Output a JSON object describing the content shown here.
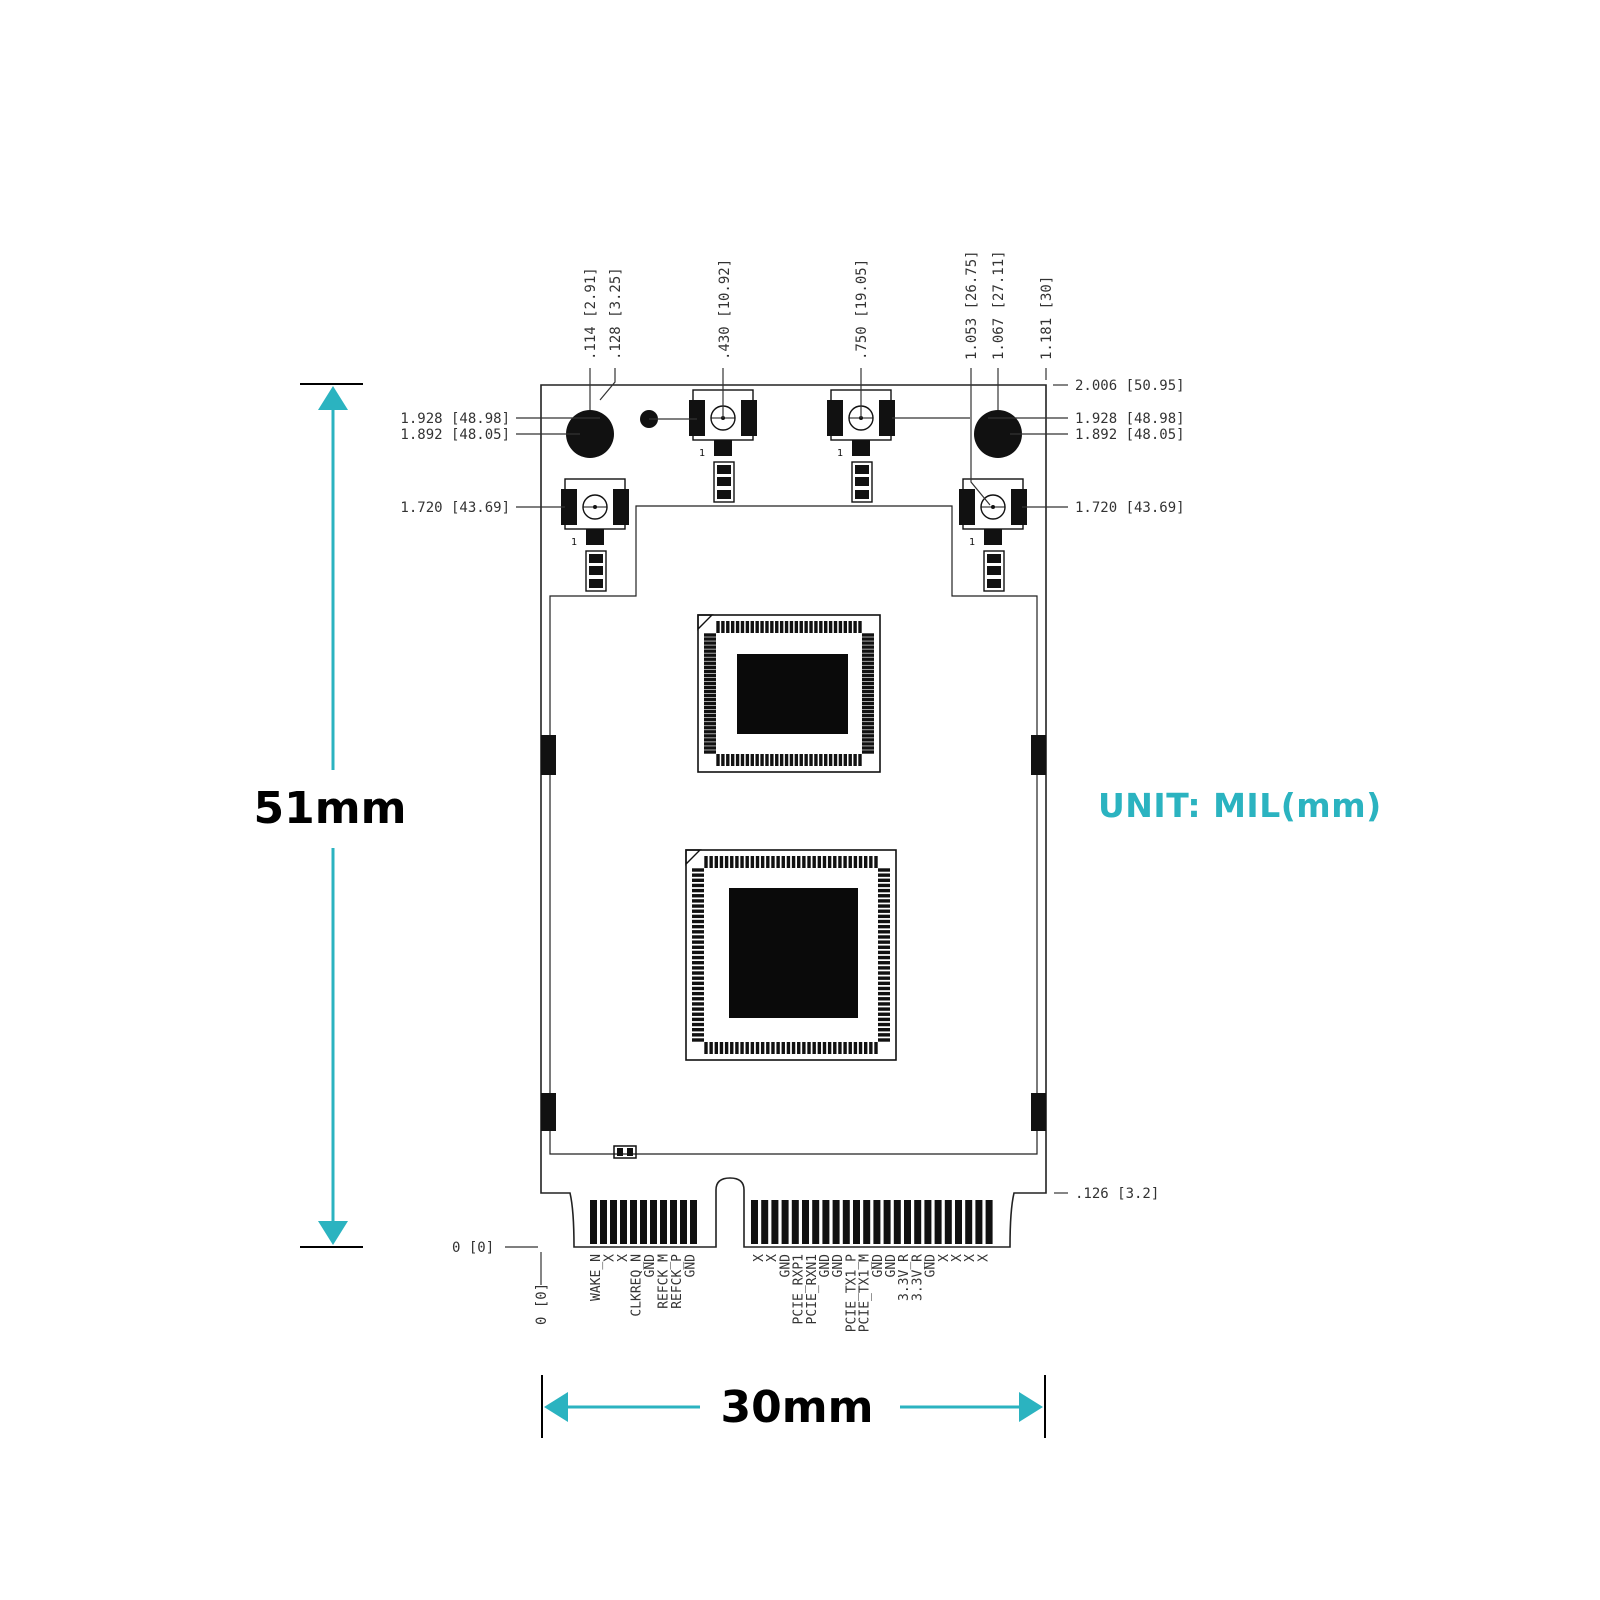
{
  "unit_label": "UNIT: MIL(mm)",
  "accent_color": "#2bb3c0",
  "height_label": "51mm",
  "width_label": "30mm",
  "dimensions": {
    "top_x": [
      ".114 [2.91]",
      ".128 [3.25]",
      ".430 [10.92]",
      ".750 [19.05]",
      "1.053 [26.75]",
      "1.067 [27.11]",
      "1.181 [30]"
    ],
    "left": [
      "1.928 [48.98]",
      "1.892 [48.05]",
      "1.720 [43.69]"
    ],
    "right": [
      "2.006 [50.95]",
      "1.928 [48.98]",
      "1.892 [48.05]",
      "1.720 [43.69]",
      ".126 [3.2]"
    ],
    "origin_x": "0 [0]",
    "origin_y": "0 [0]"
  },
  "pin_labels_left": [
    "WAKE_N",
    "X",
    "X",
    "CLKREQ_N",
    "GND",
    "REFCK_M",
    "REFCK_P",
    "GND"
  ],
  "pin_labels_right": [
    "X",
    "X",
    "GND",
    "PCIE_RXP1",
    "PCIE_RXN1",
    "GND",
    "GND",
    "PCIE_TX1_P",
    "PCIE_TX1_M",
    "GND",
    "GND",
    "3.3V_R",
    "3.3V_R",
    "GND",
    "X",
    "X",
    "X",
    "X"
  ],
  "connector_pin1_mark": "1"
}
